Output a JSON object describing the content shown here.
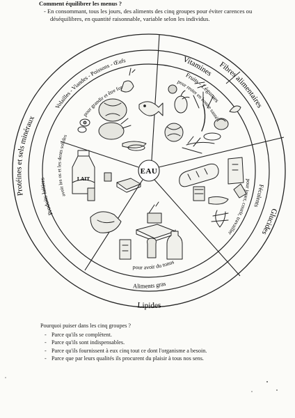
{
  "header": {
    "question": "Comment équilibrer les menus ?",
    "text": "En consommant, tous les jours, des aliments des cinq groupes pour éviter carences ou déséquilibres, en quantité raisonnable, variable selon les individus."
  },
  "wheel": {
    "center_label": "EAU",
    "outer_labels": {
      "vitamines": "Vitamines",
      "fibres": "Fibres alimentaires",
      "glucides": "Glucides",
      "lipides": "Lipides",
      "proteines": "Protéines et sels minéraux"
    },
    "group_labels": {
      "fruits": "Fruits - Légumes",
      "feculents": "Féculents",
      "aliments_gras": "Aliments gras",
      "produits_laitiers": "Produits laitiers",
      "viandes": "Volailles - Viandes - Poissons - Œufs"
    },
    "purpose_labels": {
      "sante": "pour rester en bonne santé",
      "energie": "pour jouer, courir, travailler",
      "tonus": "pour avoir du tonus",
      "os": "avoir les os et les dents solides",
      "grandir": "pour grandir et être fort,"
    },
    "food_labels": {
      "lait": "LAIT"
    }
  },
  "why": {
    "question": "Pourquoi puiser dans les cinq groupes ?",
    "reasons": [
      "Parce qu'ils se complètent.",
      "Parce qu'ils sont indispensables.",
      "Parce qu'ils fournissent à eux cinq tout ce dont l'organisme a besoin.",
      "Parce que par leurs qualités ils procurent du plaisir à tous nos sens."
    ]
  }
}
